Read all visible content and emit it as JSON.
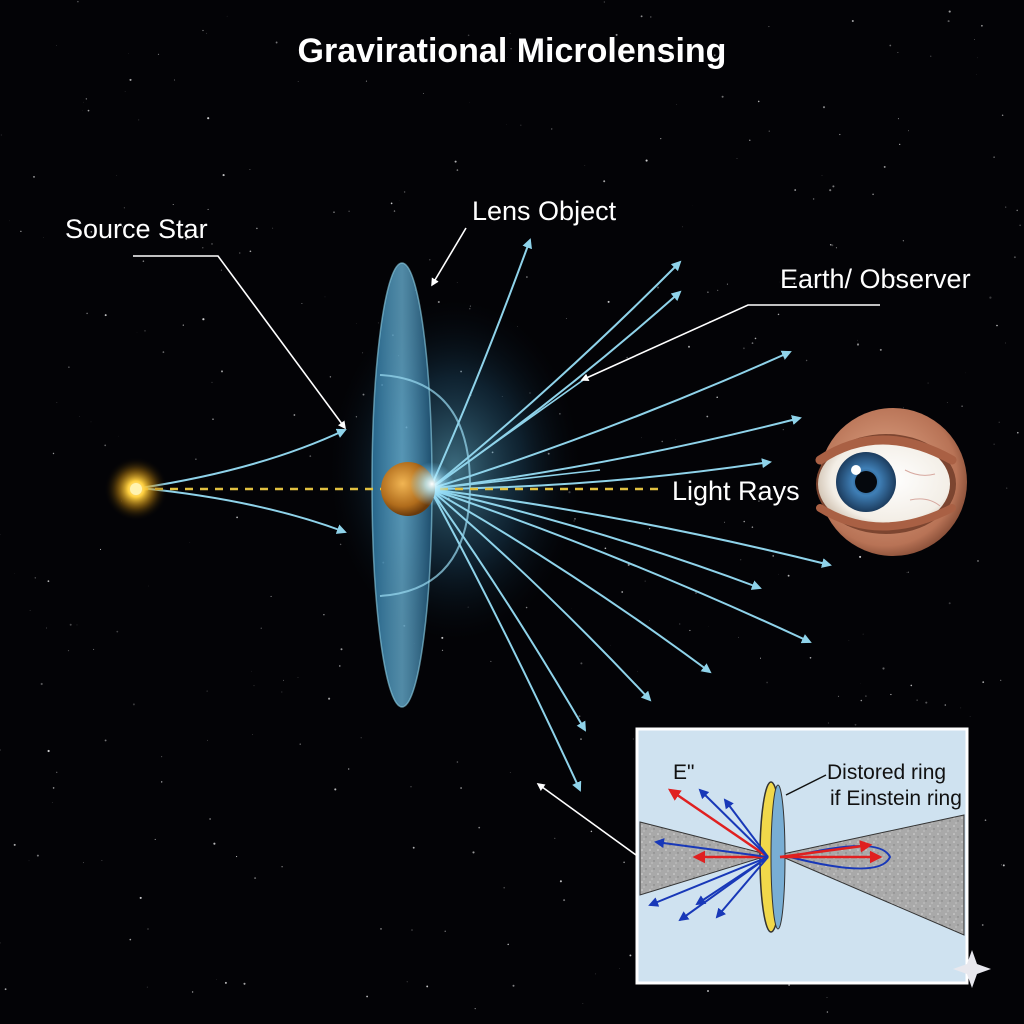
{
  "title": "Gravirational Microlensing",
  "labels": {
    "source_star": "Source Star",
    "lens_object": "Lens Object",
    "earth_observer": "Earth/ Observer",
    "light_rays": "Light Rays"
  },
  "inset": {
    "e_label": "E\"",
    "ring_line1": "Distored ring",
    "ring_line2": "if Einstein ring"
  },
  "colors": {
    "background": "#030306",
    "ray": "#8fd3ea",
    "source_star": "#ffc83a",
    "lens_body": "#c9832a",
    "axis_dash": "#e0c040",
    "inset_bg": "#cfe2f0",
    "inset_red": "#e02020",
    "inset_blue": "#1838b8"
  },
  "icons": [
    "eye-icon",
    "sparkle-icon"
  ]
}
